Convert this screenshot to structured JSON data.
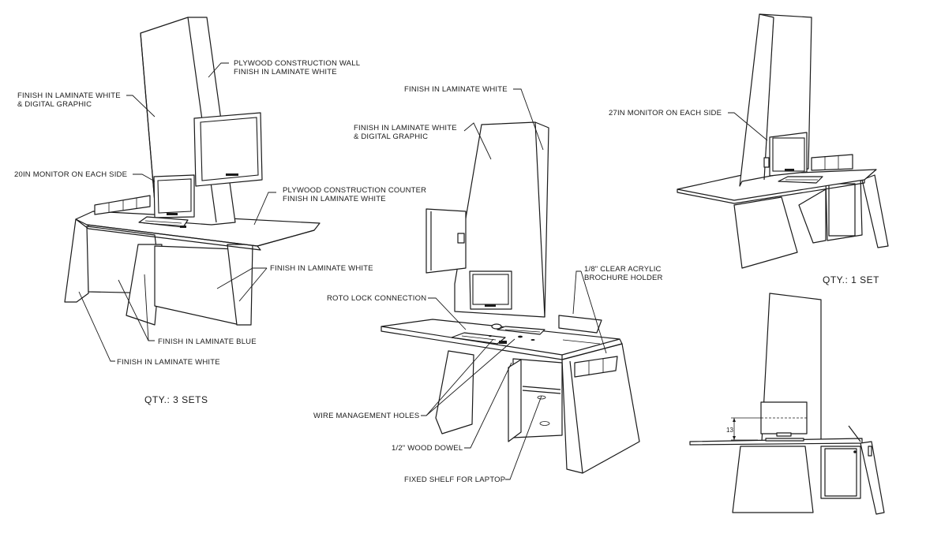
{
  "drawing": {
    "left_view": {
      "notes": {
        "plywood_wall": [
          "PLYWOOD CONSTRUCTION WALL",
          "FINISH IN LAMINATE WHITE"
        ],
        "digital_graphic": [
          "FINISH IN LAMINATE WHITE",
          "& DIGITAL GRAPHIC"
        ],
        "monitor": "20IN MONITOR ON EACH SIDE",
        "counter": [
          "PLYWOOD CONSTRUCTION COUNTER",
          "FINISH IN LAMINATE WHITE"
        ],
        "laminate_white_right": "FINISH IN LAMINATE WHITE",
        "laminate_blue": "FINISH IN LAMINATE BLUE",
        "laminate_white_bottom": "FINISH IN LAMINATE WHITE"
      },
      "qty": "QTY.: 3 SETS"
    },
    "center_view": {
      "notes": {
        "laminate_white_top": "FINISH IN LAMINATE WHITE",
        "digital_graphic": [
          "FINISH IN LAMINATE WHITE",
          "& DIGITAL GRAPHIC"
        ],
        "acrylic": [
          "1/8\" CLEAR ACRYLIC",
          "BROCHURE HOLDER"
        ],
        "roto_lock": "ROTO LOCK CONNECTION",
        "wire_holes": "WIRE MANAGEMENT HOLES",
        "dowel": "1/2\" WOOD DOWEL",
        "shelf": "FIXED SHELF FOR LAPTOP"
      }
    },
    "right_top_view": {
      "notes": {
        "monitor": "27IN MONITOR ON EACH SIDE"
      },
      "qty": "QTY.: 1 SET"
    },
    "right_bottom_view": {
      "dimension": "13"
    }
  }
}
